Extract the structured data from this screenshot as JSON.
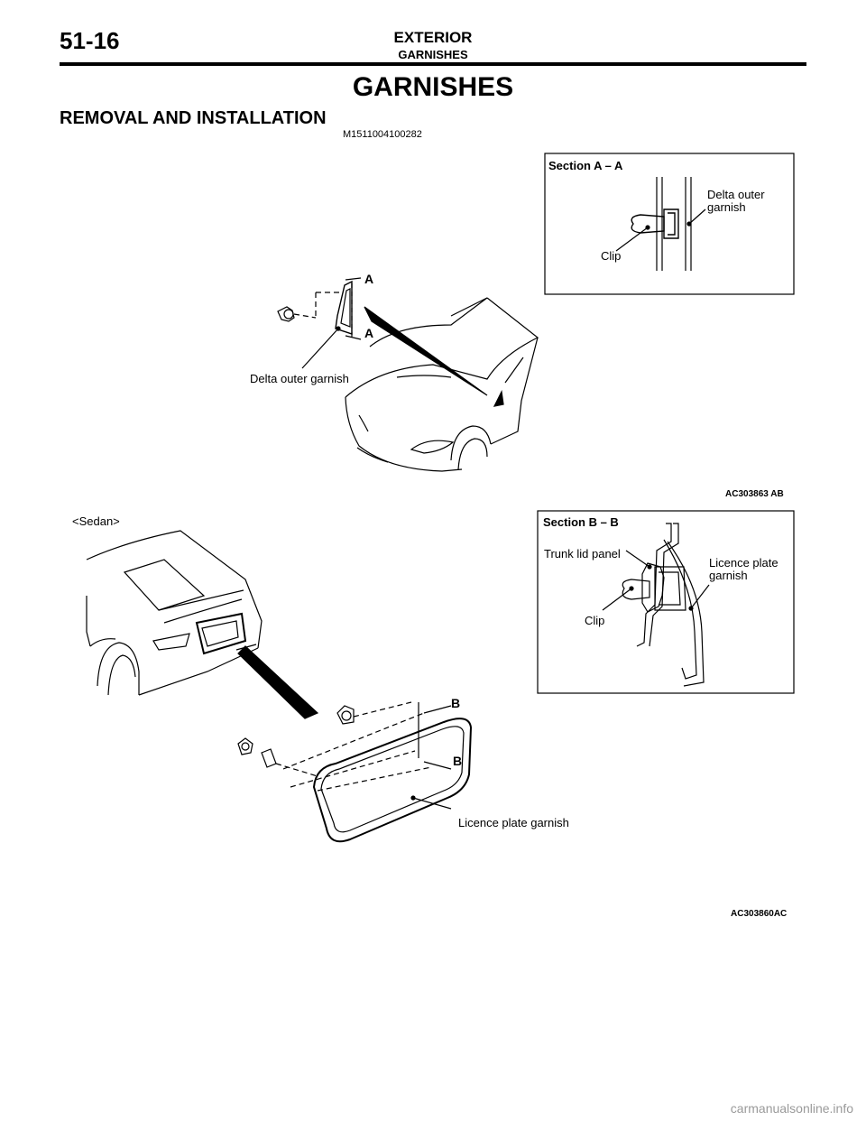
{
  "header": {
    "page_number": "51-16",
    "section": "EXTERIOR",
    "subsection": "GARNISHES"
  },
  "page_title": "GARNISHES",
  "procedure": {
    "title": "REMOVAL AND INSTALLATION",
    "code": "M1511004100282"
  },
  "figure1": {
    "section_title": "Section A – A",
    "section_garnish_label_1": "Delta outer",
    "section_garnish_label_2": "garnish",
    "section_clip_label": "Clip",
    "section_marker_top": "A",
    "section_marker_bottom": "A",
    "part_label": "Delta outer garnish",
    "figure_code": "AC303863 AB"
  },
  "figure2": {
    "variant_label": "<Sedan>",
    "section_title": "Section B – B",
    "trunk_label": "Trunk lid panel",
    "section_garnish_label_1": "Licence plate",
    "section_garnish_label_2": "garnish",
    "section_clip_label": "Clip",
    "section_marker_top": "B",
    "section_marker_bottom": "B",
    "part_label": "Licence plate garnish",
    "figure_code": "AC303860AC"
  },
  "watermark": "carmanualsonline.info"
}
